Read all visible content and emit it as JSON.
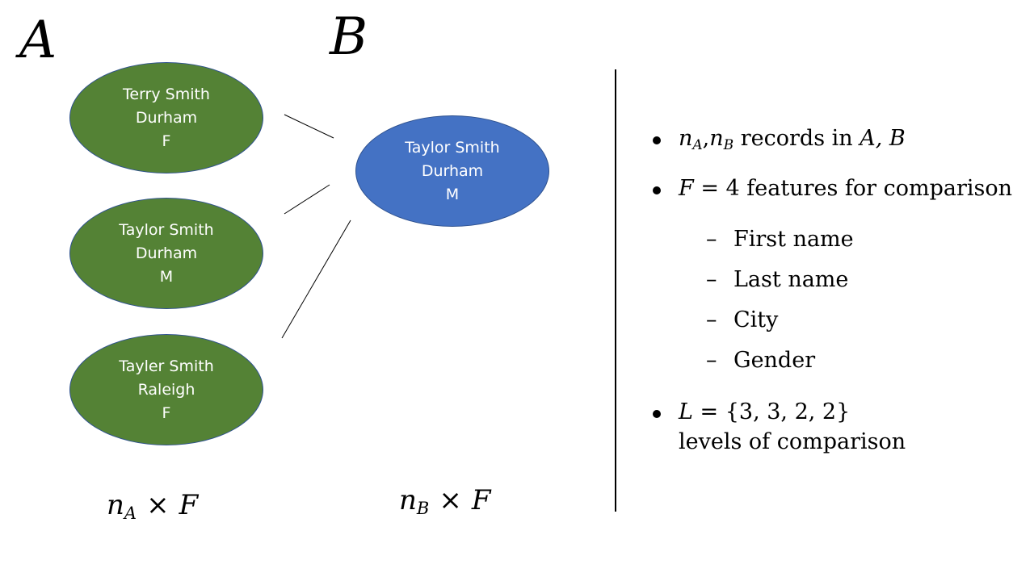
{
  "sets": {
    "a_label": "A",
    "b_label": "B"
  },
  "records_a": [
    {
      "first_last": "Terry Smith",
      "city": "Durham",
      "gender": "F"
    },
    {
      "first_last": "Taylor Smith",
      "city": "Durham",
      "gender": "M"
    },
    {
      "first_last": "Tayler Smith",
      "city": "Raleigh",
      "gender": "F"
    }
  ],
  "records_b": [
    {
      "first_last": "Taylor Smith",
      "city": "Durham",
      "gender": "M"
    }
  ],
  "dimensions": {
    "a": {
      "var": "n",
      "sub": "A",
      "op": "×",
      "rhs": "F"
    },
    "b": {
      "var": "n",
      "sub": "B",
      "op": "×",
      "rhs": "F"
    }
  },
  "bullets": {
    "records": {
      "n_a": "n",
      "sub_a": "A",
      "comma": ",",
      "n_b": "n",
      "sub_b": "B",
      "text": " records in ",
      "sets": "A, B"
    },
    "features": {
      "var": "F",
      "eq": " = 4 features for comparison"
    },
    "feature_list": [
      "First name",
      "Last name",
      "City",
      "Gender"
    ],
    "levels": {
      "var": "L",
      "eq": " = {3, 3, 2, 2}",
      "line2": "levels of comparison"
    }
  },
  "colors": {
    "set_a_fill": "#548235",
    "set_b_fill": "#4472c4",
    "ellipse_border": "#2f528f"
  }
}
